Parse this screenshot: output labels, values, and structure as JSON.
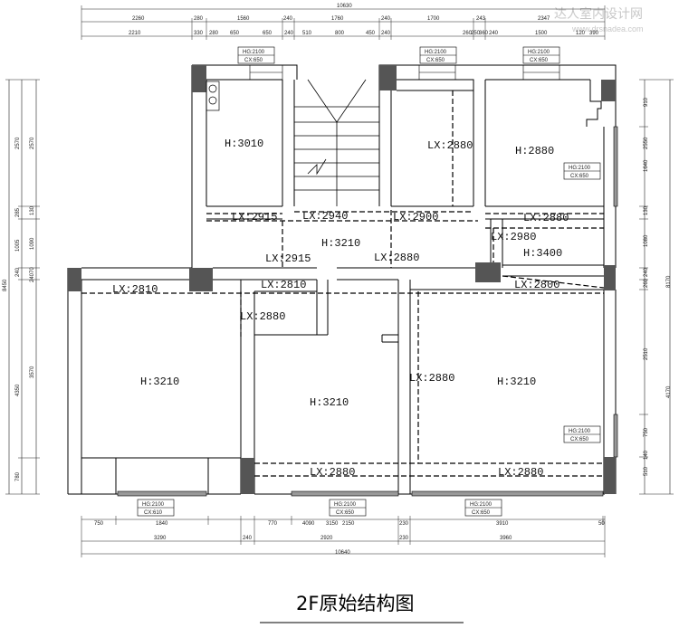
{
  "title": "2F原始结构图",
  "watermark": {
    "name": "达人室内设计网",
    "site": "www.drsnadea.com"
  },
  "top_dims": {
    "total": "10630",
    "row1": [
      "2260",
      "280",
      "1560",
      "240",
      "1760",
      "240",
      "1700",
      "243",
      "2347"
    ],
    "row2": [
      "2210",
      "330",
      "280",
      "650",
      "650",
      "240",
      "510",
      "800",
      "450",
      "240",
      "260",
      "360",
      "240",
      "1500",
      "120",
      "390"
    ],
    "row2_extra": "250"
  },
  "bottom_dims": {
    "row1": [
      "750",
      "1840",
      "770",
      "4090",
      "3150",
      "2150",
      "230",
      "3910",
      "50"
    ],
    "row2": [
      "3290",
      "240",
      "2920",
      "230",
      "3960"
    ],
    "total": "10640"
  },
  "left_dims": {
    "outer": [
      "2570",
      "285",
      "1005",
      "240",
      "4350",
      "780"
    ],
    "inner": [
      "2570",
      "130",
      "1090",
      "70",
      "3570",
      "240"
    ],
    "total": "8450"
  },
  "right_dims": {
    "outer": [
      "910",
      "2550",
      "1640",
      "130",
      "1080",
      "240",
      "260",
      "2510",
      "4170",
      "750",
      "140",
      "510"
    ],
    "total": "8170"
  },
  "rooms": [
    {
      "label": "H:3010"
    },
    {
      "label": "H:2880"
    },
    {
      "label": "H:3210"
    },
    {
      "label": "H:3400"
    },
    {
      "label": "H:3210"
    },
    {
      "label": "H:3210"
    },
    {
      "label": "H:3210"
    }
  ],
  "beams": [
    {
      "label": "LX:2880"
    },
    {
      "label": "LX:2915"
    },
    {
      "label": "LX:2940"
    },
    {
      "label": "LX:2900"
    },
    {
      "label": "LX:2880"
    },
    {
      "label": "LX:2980"
    },
    {
      "label": "LX:2915"
    },
    {
      "label": "LX:2880"
    },
    {
      "label": "LX:2810"
    },
    {
      "label": "LX:2810"
    },
    {
      "label": "LX:2800"
    },
    {
      "label": "LX:2880"
    },
    {
      "label": "LX:2880"
    },
    {
      "label": "LX:2880"
    },
    {
      "label": "LX:2880"
    }
  ],
  "windows": [
    {
      "hg": "HG:2100",
      "cx": "CX:650"
    },
    {
      "hg": "HG:2100",
      "cx": "CX:650"
    },
    {
      "hg": "HG:2100",
      "cx": "CX:650"
    },
    {
      "hg": "HG:2100",
      "cx": "CX:650"
    },
    {
      "hg": "HG:2100",
      "cx": "CX:650"
    },
    {
      "hg": "HG:2100",
      "cx": "CX:610"
    },
    {
      "hg": "HG:2100",
      "cx": "CX:650"
    },
    {
      "hg": "HG:2100",
      "cx": "CX:650"
    }
  ],
  "colors": {
    "wall": "#000000",
    "column": "#555555",
    "dim": "#222222"
  }
}
